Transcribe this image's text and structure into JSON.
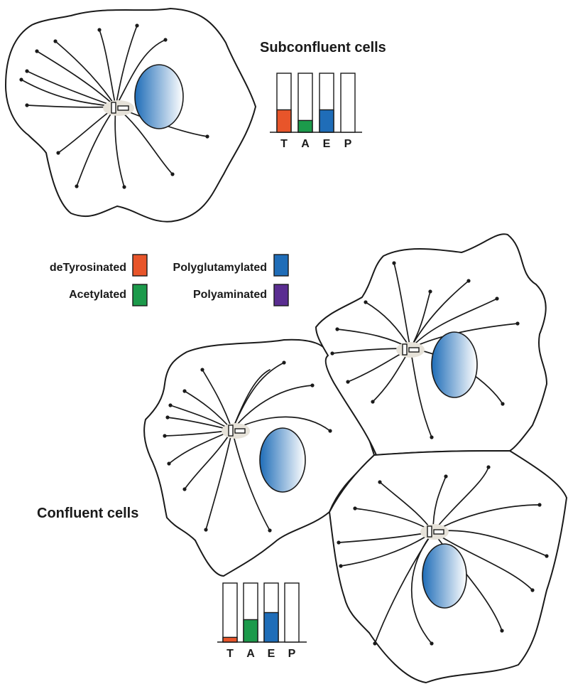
{
  "titles": {
    "subconfluent": "Subconfluent cells",
    "confluent": "Confluent cells"
  },
  "legend": [
    {
      "label": "deTyrosinated",
      "color": "#e8552a",
      "icon": "swatch-detyrosinated"
    },
    {
      "label": "Acetylated",
      "color": "#1c9a4b",
      "icon": "swatch-acetylated"
    },
    {
      "label": "Polyglutamylated",
      "color": "#1f6db8",
      "icon": "swatch-polyglutamylated"
    },
    {
      "label": "Polyaminated",
      "color": "#5a2d91",
      "icon": "swatch-polyaminated"
    }
  ],
  "bar_groups": [
    {
      "name": "subconfluent",
      "categories": [
        "T",
        "A",
        "E",
        "P"
      ],
      "levels": [
        0.38,
        0.2,
        0.38,
        0
      ],
      "colors": [
        "#e8552a",
        "#1c9a4b",
        "#1f6db8",
        "#5a2d91"
      ]
    },
    {
      "name": "confluent",
      "categories": [
        "T",
        "A",
        "E",
        "P"
      ],
      "levels": [
        0.08,
        0.38,
        0.5,
        0
      ],
      "colors": [
        "#e8552a",
        "#1c9a4b",
        "#1f6db8",
        "#5a2d91"
      ]
    }
  ],
  "colors": {
    "nucleus_dark": "#1f6db8",
    "nucleus_light": "#ffffff",
    "outline": "#1a1a1a",
    "centrosome_halo": "#e6e2d9"
  }
}
